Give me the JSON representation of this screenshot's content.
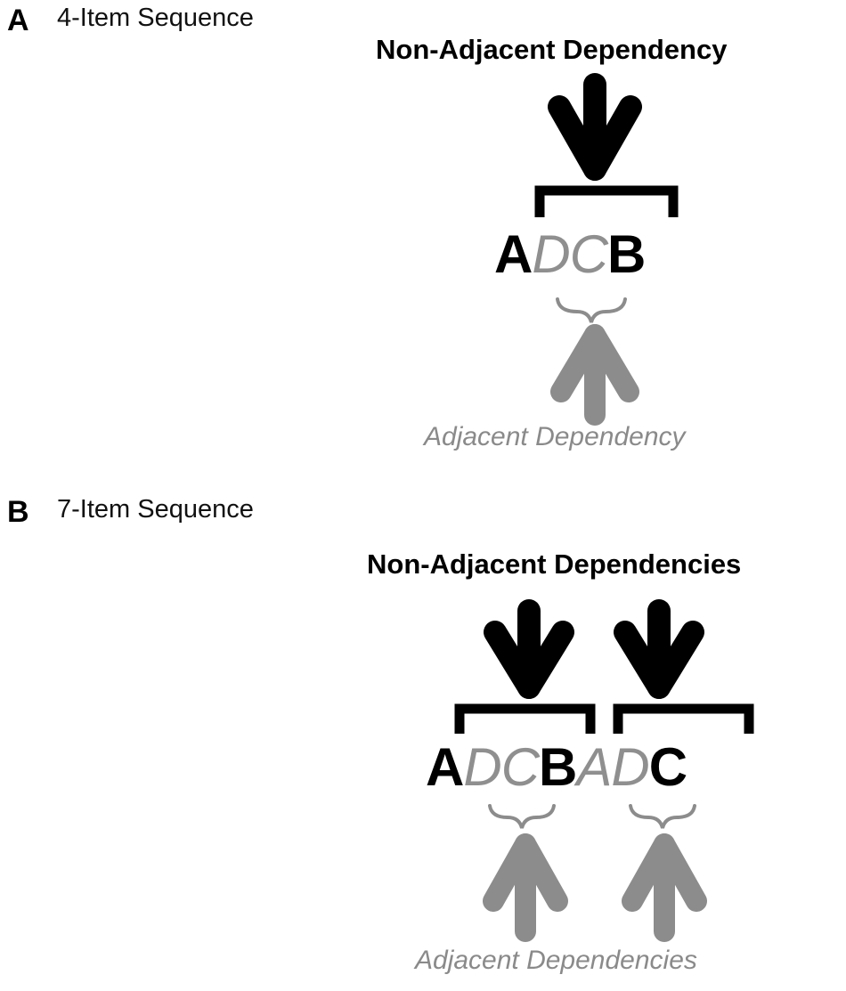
{
  "panel_a": {
    "letter": "A",
    "title": "4-Item Sequence",
    "top_label": "Non-Adjacent Dependency",
    "sequence": [
      {
        "char": "A",
        "style": "strong"
      },
      {
        "char": "D",
        "style": "weak"
      },
      {
        "char": "C",
        "style": "weak"
      },
      {
        "char": "B",
        "style": "strong"
      }
    ],
    "bottom_label": "Adjacent Dependency"
  },
  "panel_b": {
    "letter": "B",
    "title": "7-Item Sequence",
    "top_label": "Non-Adjacent Dependencies",
    "sequence": [
      {
        "char": "A",
        "style": "strong"
      },
      {
        "char": "D",
        "style": "weak"
      },
      {
        "char": "C",
        "style": "weak"
      },
      {
        "char": "B",
        "style": "strong"
      },
      {
        "char": "A",
        "style": "weak"
      },
      {
        "char": "D",
        "style": "weak"
      },
      {
        "char": "C",
        "style": "strong"
      }
    ],
    "bottom_label": "Adjacent Dependencies"
  },
  "colors": {
    "strong": "#000000",
    "weak": "#8f8f8f",
    "adjacent_arrow": "#8c8c8c"
  }
}
